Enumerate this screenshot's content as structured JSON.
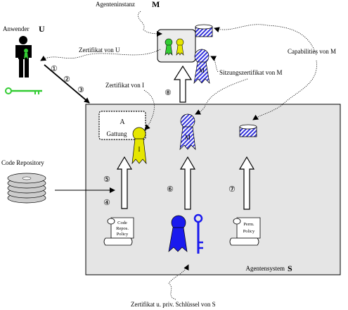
{
  "labels": {
    "user_name": "Anwender",
    "user_letter": "U",
    "instance_name": "Agenteninstanz",
    "instance_letter": "M",
    "cert_u": "Zertifikat von U",
    "capabilities": "Capabilities von M",
    "cert_i": "Zertifikat von I",
    "session_cert": "Sitzungszertifikat von M",
    "code_repo": "Code Repository",
    "system_name": "Agentensystem",
    "system_letter": "S",
    "cert_key_s": "Zertifikat u. priv. Schlüssel von S",
    "class_box_letter": "A",
    "class_box_label": "Gattung",
    "rosette_m_session": "M",
    "rosette_m_box": "M",
    "rosette_i": "I",
    "policy_code_1": "Code",
    "policy_code_2": "Repos.",
    "policy_code_3": "Policy",
    "policy_perm_1": "Perm.",
    "policy_perm_2": "Policy"
  },
  "steps": [
    "①",
    "②",
    "③",
    "④",
    "⑤",
    "⑥",
    "⑦",
    "⑧"
  ],
  "colors": {
    "background": "#ffffff",
    "system_box": "#e5e5e5",
    "rosette_green": "#33cc33",
    "rosette_yellow": "#e6e600",
    "rosette_blue": "#1a1aee",
    "hatch_blue": "#3333dd",
    "key_green": "#33cc33"
  }
}
